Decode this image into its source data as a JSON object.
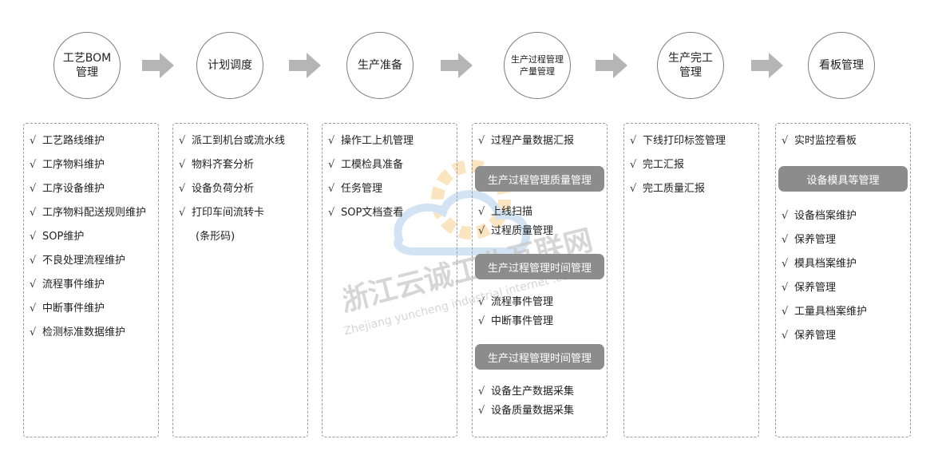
{
  "stages": [
    {
      "lines": [
        "工艺BOM",
        "管理"
      ]
    },
    {
      "lines": [
        "计划调度"
      ]
    },
    {
      "lines": [
        "生产准备"
      ]
    },
    {
      "lines": [
        "生产过程管理",
        "产量管理"
      ]
    },
    {
      "lines": [
        "生产完工",
        "管理"
      ]
    },
    {
      "lines": [
        "看板管理"
      ]
    }
  ],
  "columns": [
    {
      "items": [
        "工艺路线维护",
        "工序物料维护",
        "工序设备维护",
        "工序物料配送规则维护",
        "SOP维护",
        "不良处理流程维护",
        "流程事件维护",
        "中断事件维护",
        "检测标准数据维护"
      ]
    },
    {
      "items": [
        "派工到机台或流水线",
        "物料齐套分析",
        "设备负荷分析",
        "打印车间流转卡"
      ],
      "note": "(条形码)"
    },
    {
      "items": [
        "操作工上机管理",
        "工模检具准备",
        "任务管理",
        "SOP文档查看"
      ]
    },
    {
      "top_items": [
        "过程产量数据汇报"
      ],
      "groups": [
        {
          "title": "生产过程管理质量管理",
          "items": [
            "上线扫描",
            "过程质量管理"
          ]
        },
        {
          "title": "生产过程管理时间管理",
          "items": [
            "流程事件管理",
            "中断事件管理"
          ]
        },
        {
          "title": "生产过程管理时间管理",
          "items": [
            "设备生产数据采集",
            "设备质量数据采集"
          ]
        }
      ]
    },
    {
      "items": [
        "下线打印标签管理",
        "完工汇报",
        "完工质量汇报"
      ]
    },
    {
      "top_items": [
        "实时监控看板"
      ],
      "group": {
        "title": "设备模具等管理",
        "items": [
          "设备档案维护",
          "保养管理",
          "模具档案维护",
          "保养管理",
          "工量具档案维护",
          "保养管理"
        ]
      }
    }
  ],
  "check_glyph": "√",
  "watermark": {
    "title": "浙江云诚工业互联网",
    "subtitle": "Zhejiang yuncheng industrial internet .co"
  },
  "colors": {
    "arrow": "#b5b5b5",
    "pill": "#8c8c8c",
    "border": "#9a9a9a"
  }
}
